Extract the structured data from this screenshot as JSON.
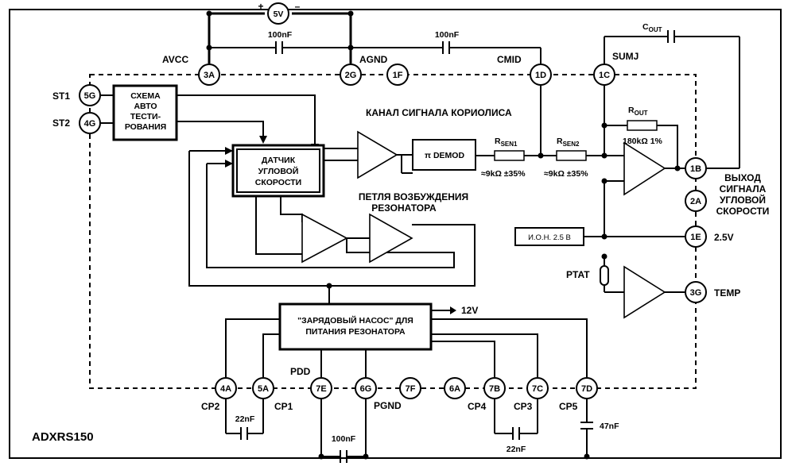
{
  "chip_name": "ADXRS150",
  "supply": {
    "label": "5V",
    "plus": "+",
    "minus": "–"
  },
  "pins": {
    "p3A": "3A",
    "p2G": "2G",
    "p1F": "1F",
    "p1D": "1D",
    "p1C": "1C",
    "p5G": "5G",
    "p4G": "4G",
    "p1B": "1B",
    "p2A": "2A",
    "p1E": "1E",
    "p3G": "3G",
    "p4A": "4A",
    "p5A": "5A",
    "p7E": "7E",
    "p6G": "6G",
    "p7F": "7F",
    "p6A": "6A",
    "p7B": "7B",
    "p7C": "7C",
    "p7D": "7D"
  },
  "labels": {
    "avcc": "AVCC",
    "agnd": "AGND",
    "cmid": "CMID",
    "sumj": "SUMJ",
    "st1": "ST1",
    "st2": "ST2",
    "out_label": "ВЫХОД СИГНАЛА УГЛОВОЙ СКОРОСТИ",
    "v25": "2.5V",
    "temp": "TEMP",
    "ptat": "PTAT",
    "v12": "12V",
    "cp2": "CP2",
    "cp1": "CP1",
    "pdd": "PDD",
    "pgnd": "PGND",
    "cp4": "CP4",
    "cp3": "CP3",
    "cp5": "CP5"
  },
  "caps": {
    "c100a": "100nF",
    "c100b": "100nF",
    "cout": "C",
    "cout_sub": "OUT",
    "c22a": "22nF",
    "c22b": "22nF",
    "c47": "47nF",
    "c100c": "100nF"
  },
  "blocks": {
    "selftest": [
      "СХЕМА",
      "АВТО",
      "ТЕСТИ-",
      "РОВАНИЯ"
    ],
    "sensor": [
      "ДАТЧИК",
      "УГЛОВОЙ",
      "СКОРОСТИ"
    ],
    "demod_symbol": "π",
    "demod": "DEMOD",
    "pump": [
      "\"ЗАРЯДОВЫЙ НАСОС\" ДЛЯ",
      "ПИТАНИЯ РЕЗОНАТОРА"
    ],
    "ref": "И.О.Н. 2.5 В"
  },
  "annotations": {
    "coriolis": "КАНАЛ СИГНАЛА КОРИОЛИСА",
    "loop": [
      "ПЕТЛЯ ВОЗБУЖДЕНИЯ",
      "РЕЗОНАТОРА"
    ],
    "rsen1": "R",
    "rsen1_sub": "SEN1",
    "rsen2": "R",
    "rsen2_sub": "SEN2",
    "rsen_val1": "≈9kΩ ±35%",
    "rsen_val2": "≈9kΩ ±35%",
    "rout": "R",
    "rout_sub": "OUT",
    "rout_val": "180kΩ 1%"
  }
}
